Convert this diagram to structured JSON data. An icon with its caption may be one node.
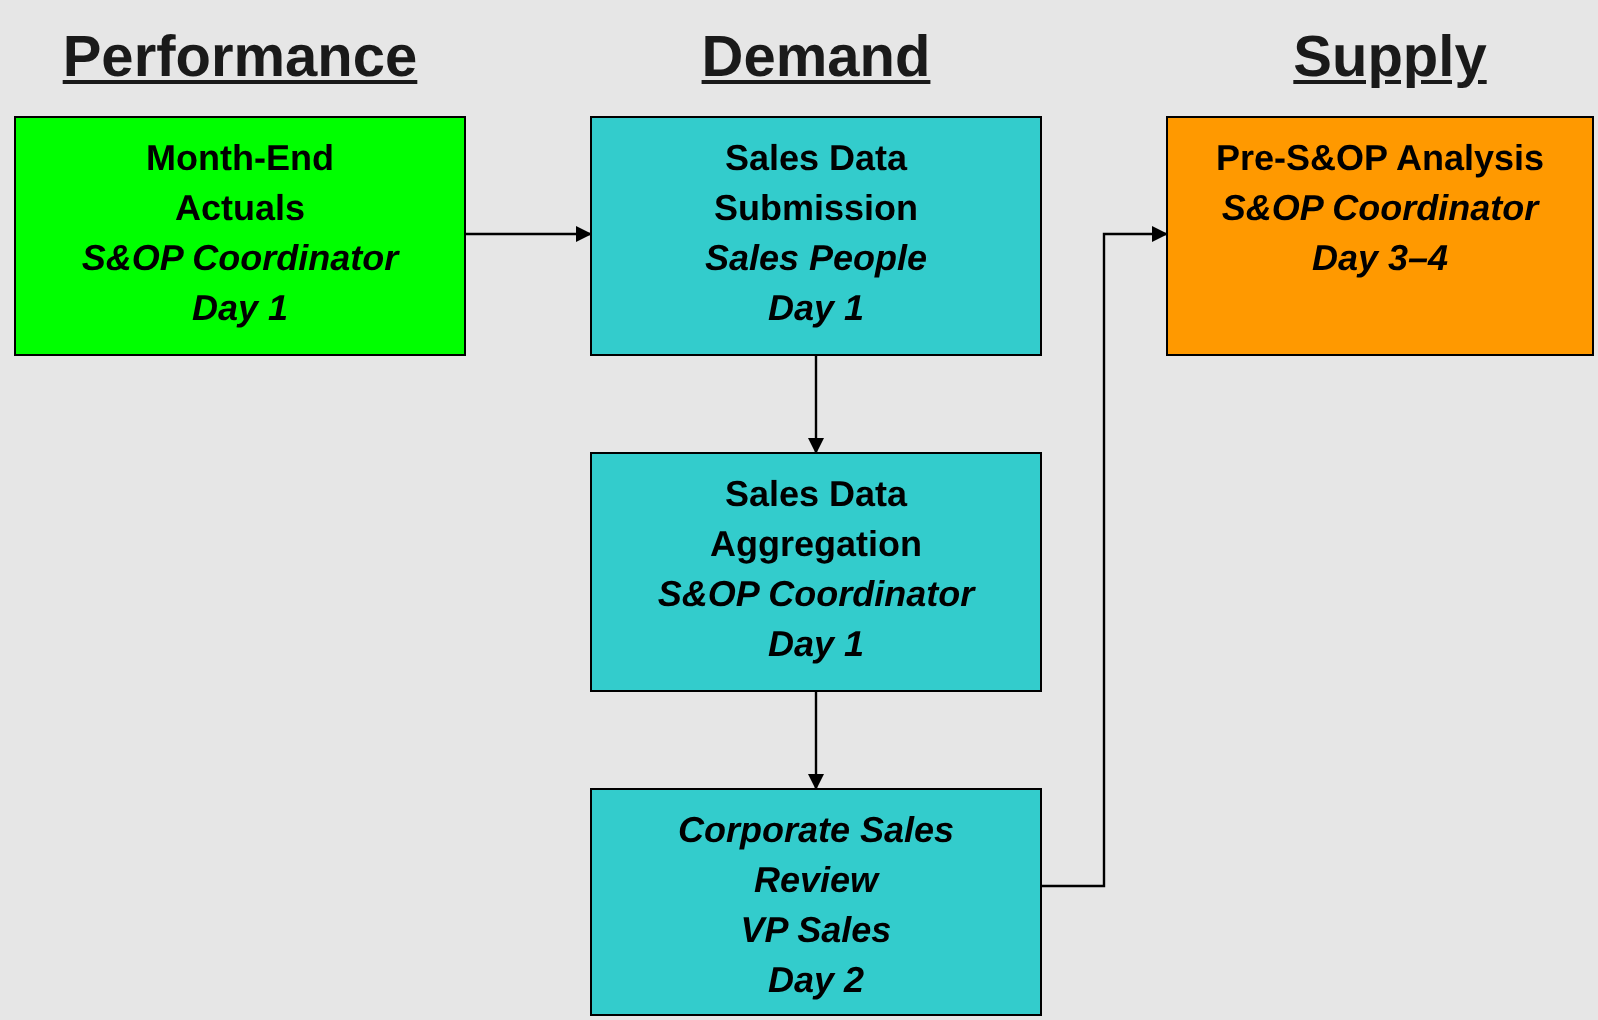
{
  "diagram": {
    "nodes": [
      {
        "text": [
          "Month-End Actuals",
          "S&OP Coordinator",
          "Day 1"
        ]
      },
      {
        "text": [
          "Sales Data Submission",
          "Sales People",
          "Day 1"
        ]
      },
      {
        "text": [
          "Sales Data Aggregation",
          "S&OP Coordinator",
          "Day 1"
        ]
      },
      {
        "text": [
          "Corporate Sales Review",
          "VP Sales",
          "Day 2"
        ]
      },
      {
        "text": [
          "Pre-S&OP Analysis",
          "S&OP Coordinator",
          "Day 3–4"
        ]
      }
    ],
    "edges": [
      {
        "from": 0,
        "to": 1,
        "arrow": "to"
      },
      {
        "from": 1,
        "to": 2,
        "arrow": "to"
      },
      {
        "from": 2,
        "to": 3,
        "arrow": "to"
      },
      {
        "from": 3,
        "to": 4,
        "arrow": "to"
      }
    ],
    "labels": [
      "Performance",
      "Demand",
      "Supply"
    ]
  }
}
